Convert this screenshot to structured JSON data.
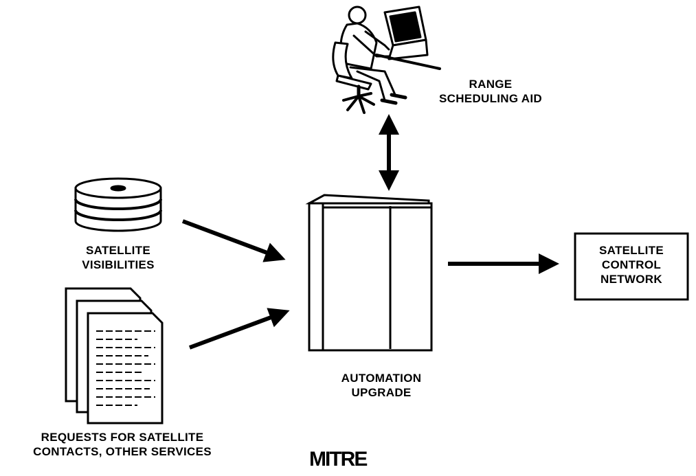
{
  "labels": {
    "range_line1": "RANGE",
    "range_line2": "SCHEDULING AID",
    "visibilities_line1": "SATELLITE",
    "visibilities_line2": "VISIBILITIES",
    "requests_line1": "REQUESTS FOR SATELLITE",
    "requests_line2": "CONTACTS, OTHER SERVICES",
    "automation_line1": "AUTOMATION",
    "automation_line2": "UPGRADE",
    "network_line1": "SATELLITE",
    "network_line2": "CONTROL",
    "network_line3": "NETWORK"
  },
  "logo_text": "MITRE",
  "colors": {
    "ink": "#000000",
    "paper": "#ffffff"
  }
}
